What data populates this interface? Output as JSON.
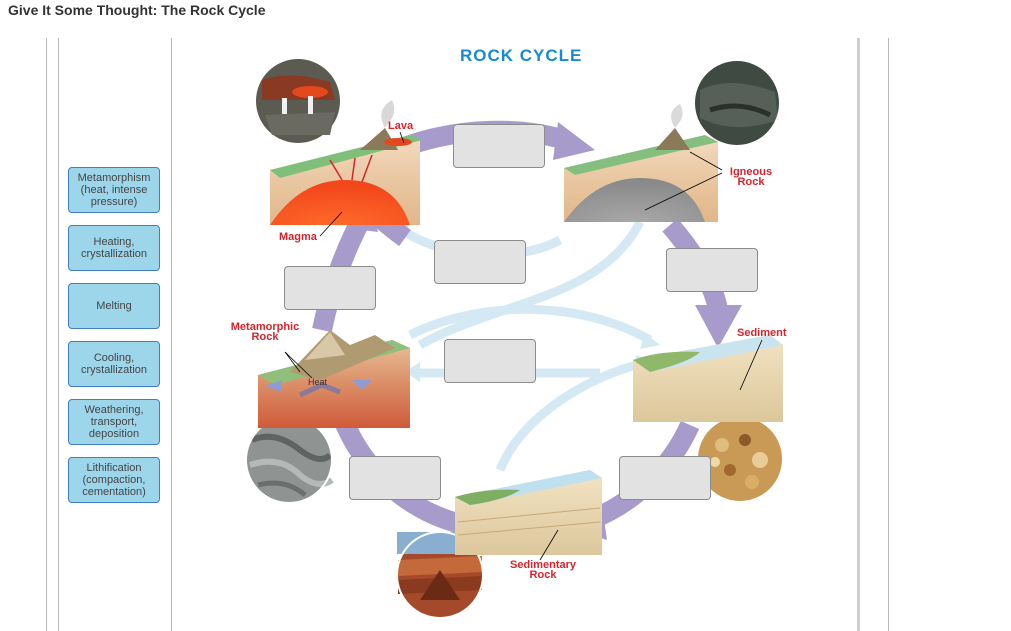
{
  "page": {
    "title": "Give It Some Thought: The Rock Cycle"
  },
  "diagram": {
    "title": "ROCK CYCLE",
    "labels": {
      "lava": "Lava",
      "magma": "Magma",
      "igneous_1": "Igneous",
      "igneous_2": "Rock",
      "sediment": "Sediment",
      "metamorphic_1": "Metamorphic",
      "metamorphic_2": "Rock",
      "heat": "Heat",
      "sedimentary_1": "Sedimentary",
      "sedimentary_2": "Rock"
    }
  },
  "label_bank": [
    {
      "lines": [
        "Metamorphism",
        "(heat, intense",
        "pressure)"
      ]
    },
    {
      "lines": [
        "Heating,",
        "crystallization"
      ]
    },
    {
      "lines": [
        "Melting"
      ]
    },
    {
      "lines": [
        "Cooling,",
        "crystallization"
      ]
    },
    {
      "lines": [
        "Weathering,",
        "transport,",
        "deposition"
      ]
    },
    {
      "lines": [
        "Lithification",
        "(compaction,",
        "cementation)"
      ]
    }
  ],
  "colors": {
    "title_blue": "#1a8ad0",
    "label_red": "#d8232a",
    "bank_fill": "#9dd6ea",
    "bank_border": "#3f7fc2",
    "arrow_purple": "#a79bcb",
    "arrow_light_blue": "#d5e9f5",
    "slot_fill": "#e2e2e2"
  }
}
